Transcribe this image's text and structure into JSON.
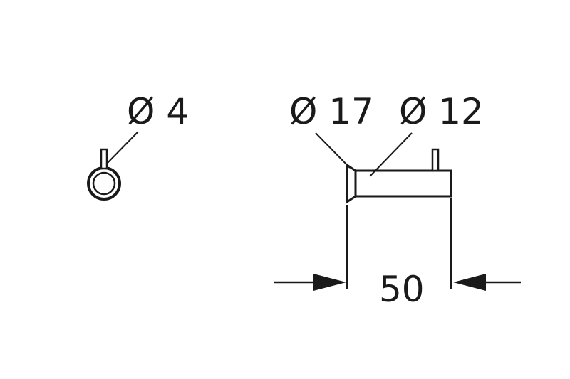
{
  "labels": {
    "left_diameter": "Ø 4",
    "flange_diameter": "Ø 17",
    "body_diameter": "Ø 12",
    "length": "50"
  },
  "colors": {
    "line": "#1a1a1a",
    "background": "#ffffff"
  }
}
